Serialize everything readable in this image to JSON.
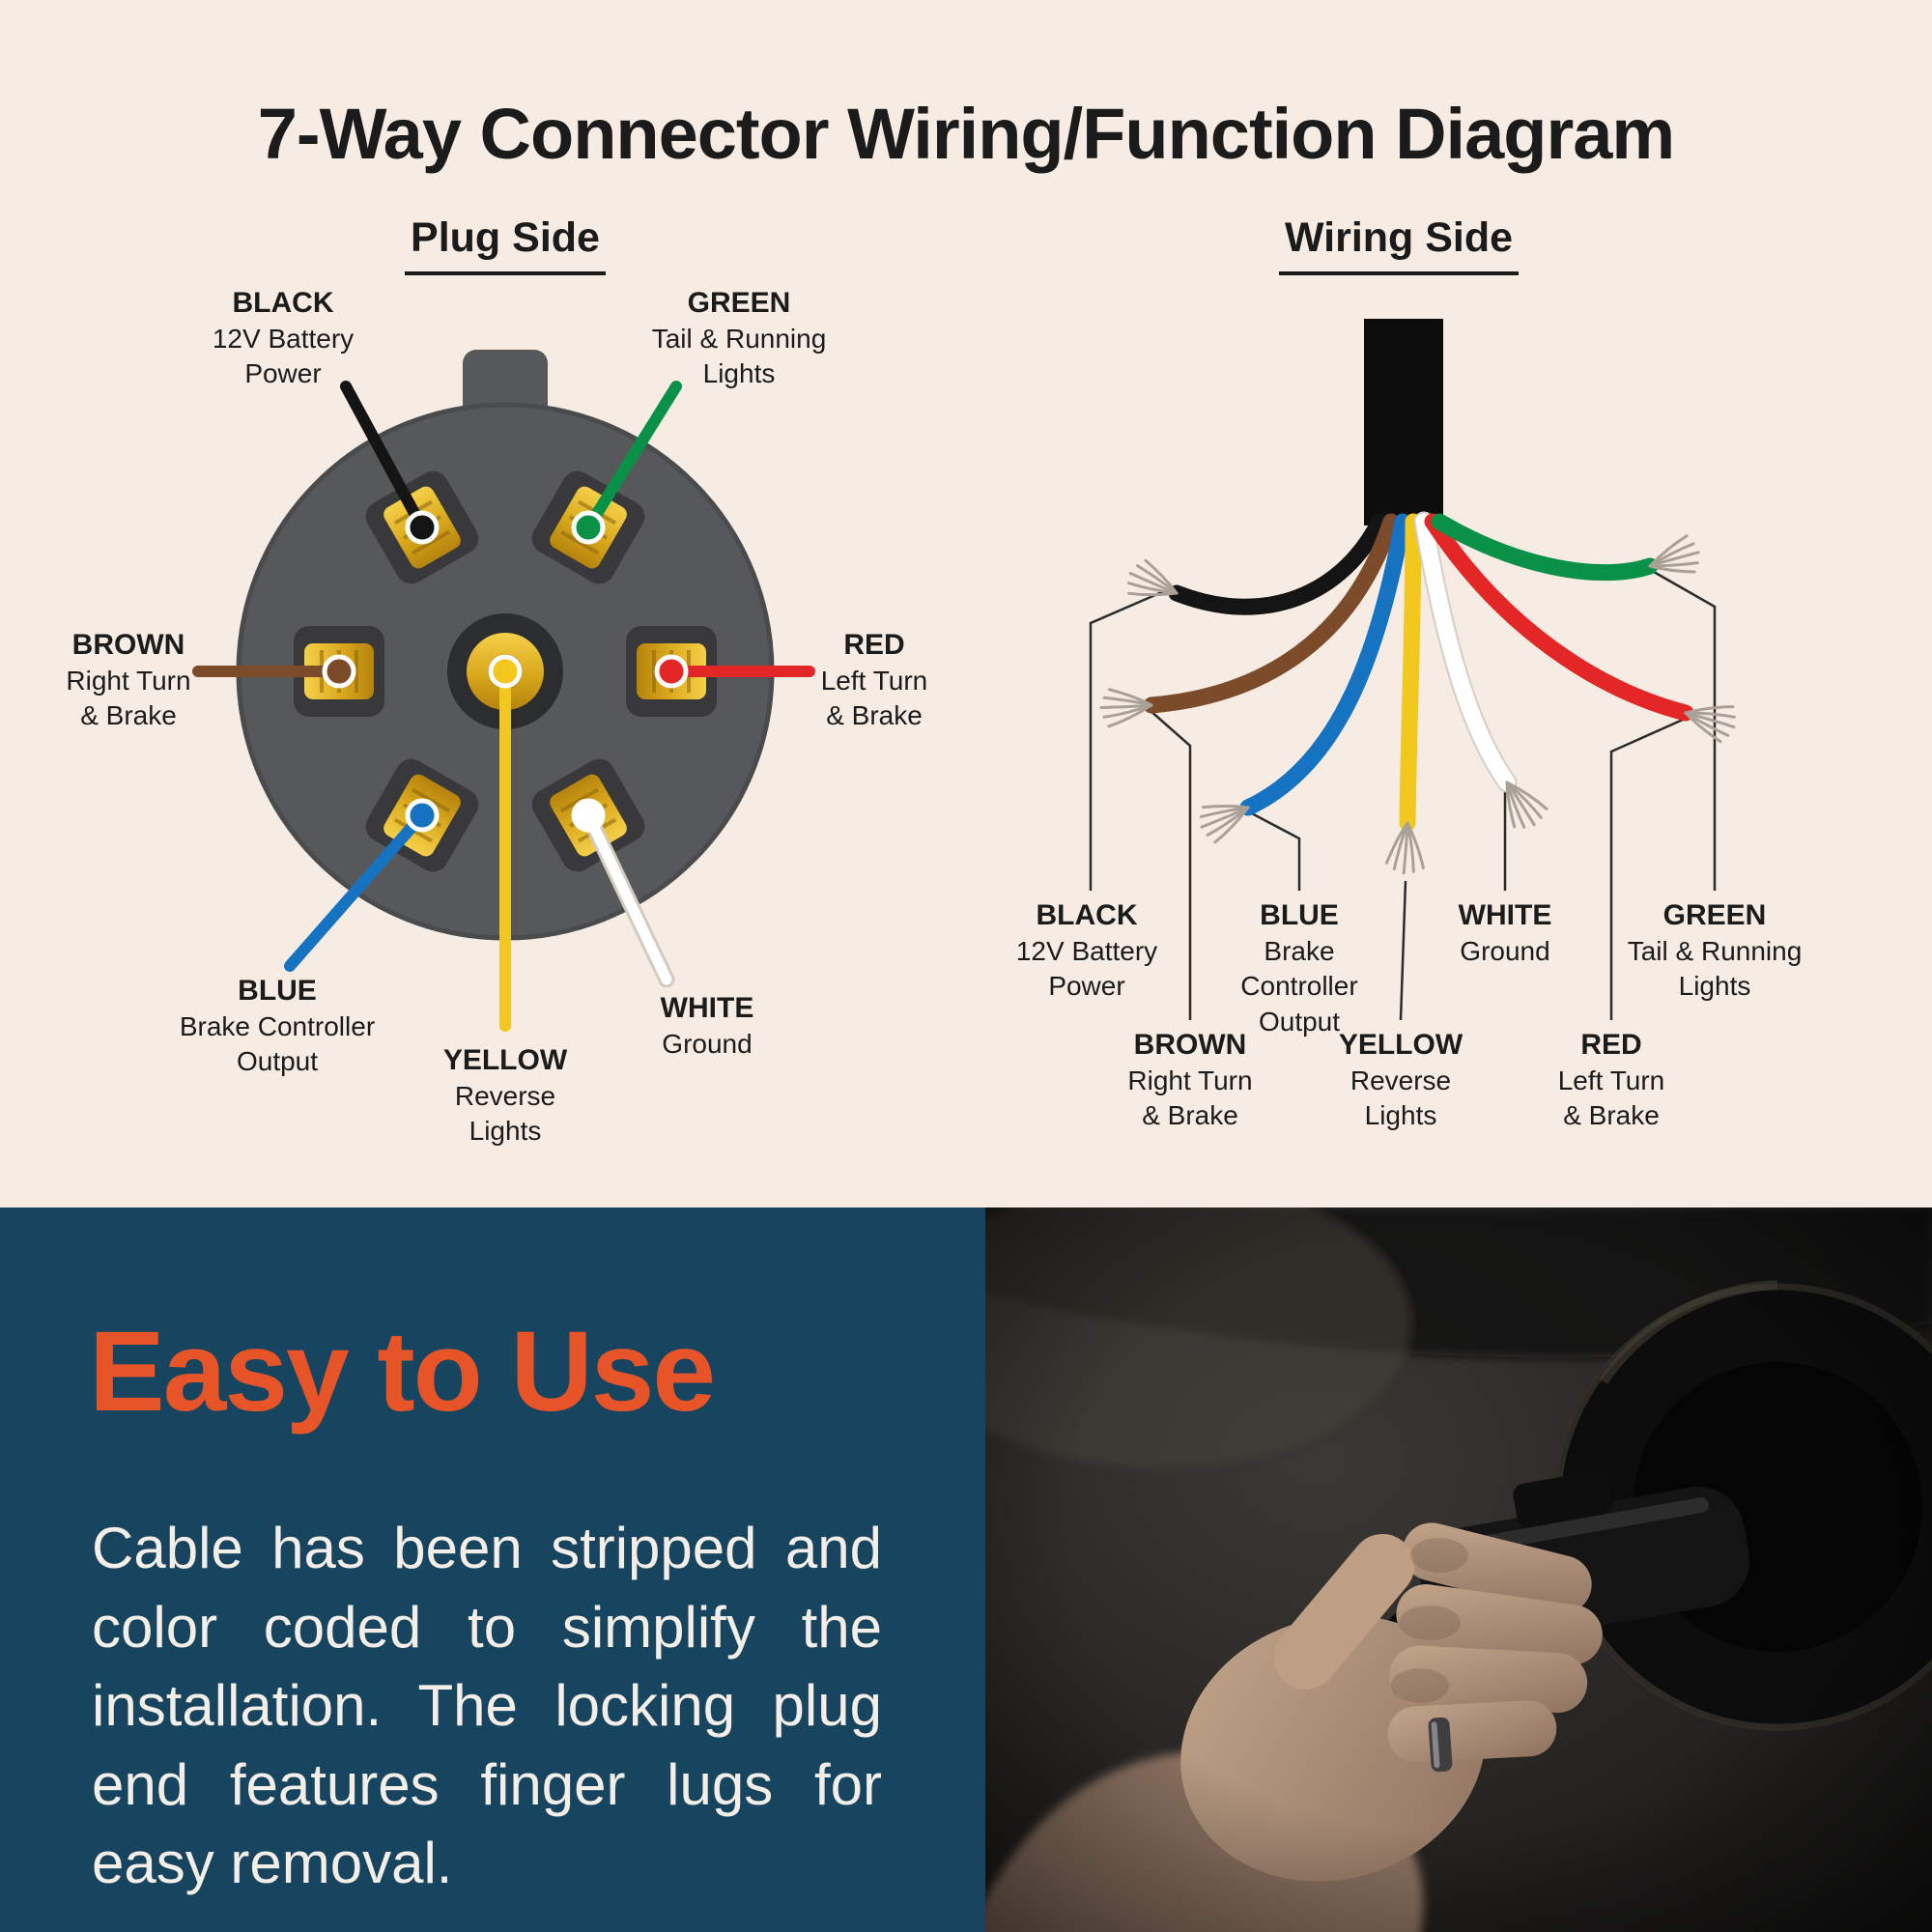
{
  "title": "7-Way Connector Wiring/Function Diagram",
  "plug_side": {
    "heading": "Plug Side",
    "labels": {
      "black": {
        "name": "BLACK",
        "lines": [
          "12V Battery",
          "Power"
        ]
      },
      "green": {
        "name": "GREEN",
        "lines": [
          "Tail & Running",
          "Lights"
        ]
      },
      "brown": {
        "name": "BROWN",
        "lines": [
          "Right Turn",
          "& Brake"
        ]
      },
      "red": {
        "name": "RED",
        "lines": [
          "Left Turn",
          "& Brake"
        ]
      },
      "blue": {
        "name": "BLUE",
        "lines": [
          "Brake Controller",
          "Output"
        ]
      },
      "yellow": {
        "name": "YELLOW",
        "lines": [
          "Reverse",
          "Lights"
        ]
      },
      "white": {
        "name": "WHITE",
        "lines": [
          "Ground"
        ]
      }
    }
  },
  "wiring_side": {
    "heading": "Wiring Side",
    "labels": {
      "black": {
        "name": "BLACK",
        "lines": [
          "12V Battery",
          "Power"
        ]
      },
      "blue": {
        "name": "BLUE",
        "lines": [
          "Brake",
          "Controller",
          "Output"
        ]
      },
      "white": {
        "name": "WHITE",
        "lines": [
          "Ground"
        ]
      },
      "green": {
        "name": "GREEN",
        "lines": [
          "Tail & Running",
          "Lights"
        ]
      },
      "brown": {
        "name": "BROWN",
        "lines": [
          "Right Turn",
          "& Brake"
        ]
      },
      "yellow": {
        "name": "YELLOW",
        "lines": [
          "Reverse",
          "Lights"
        ]
      },
      "red": {
        "name": "RED",
        "lines": [
          "Left Turn",
          "& Brake"
        ]
      }
    }
  },
  "promo": {
    "heading": "Easy to Use",
    "body": "Cable has been stripped and color coded to simplify the installation. The locking plug end features finger lugs for easy removal."
  },
  "wire_colors": {
    "black": "#141414",
    "green": "#0A9148",
    "brown": "#7B4B2A",
    "red": "#E32726",
    "blue": "#1673C2",
    "yellow": "#F2C71E",
    "white": "#FFFFFF"
  },
  "theme": {
    "background": "#F6ECE3",
    "panel_navy": "#17455F",
    "accent_orange": "#E65427",
    "text_dark": "#1B1B1B"
  }
}
